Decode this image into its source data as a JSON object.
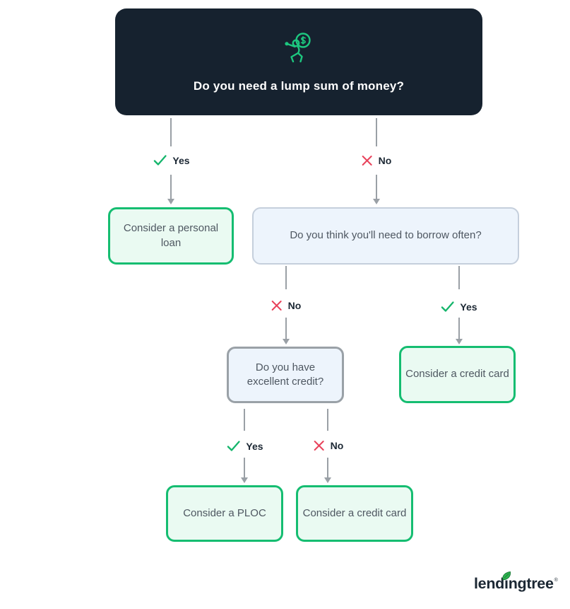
{
  "root_question": {
    "icon": "money-grab-icon",
    "text": "Do you need a lump sum of money?"
  },
  "edges": {
    "root_yes": {
      "label": "Yes",
      "icon": "check-icon"
    },
    "root_no": {
      "label": "No",
      "icon": "x-icon"
    },
    "borrow_no": {
      "label": "No",
      "icon": "x-icon"
    },
    "borrow_yes": {
      "label": "Yes",
      "icon": "check-icon"
    },
    "credit_yes": {
      "label": "Yes",
      "icon": "check-icon"
    },
    "credit_no": {
      "label": "No",
      "icon": "x-icon"
    }
  },
  "nodes": {
    "personal_loan": {
      "text": "Consider a personal loan",
      "type": "result"
    },
    "borrow_often": {
      "text": "Do you think you'll need to borrow often?",
      "type": "question"
    },
    "excellent_credit": {
      "text": "Do you have excellent credit?",
      "type": "question"
    },
    "credit_card_right": {
      "text": "Consider a credit card",
      "type": "result"
    },
    "ploc": {
      "text": "Consider a PLOC",
      "type": "result"
    },
    "credit_card_bottom": {
      "text": "Consider a credit card",
      "type": "result"
    }
  },
  "logo": {
    "part1": "lend",
    "dotless_i": "ı",
    "part2": "ngtree",
    "registered": "®",
    "leaf_icon": "leaf-icon"
  },
  "colors": {
    "navy": "#16222f",
    "brand_green": "#15bd71",
    "icon_green": "#1dc77f",
    "mint_fill": "#eafaf2",
    "blue_fill": "#edf4fc",
    "blue_border": "#c5cfdc",
    "gray_border": "#9aa1a7",
    "connector": "#9aa0a6",
    "check_green": "#14b56b",
    "cross_red": "#e8415a",
    "node_text": "#4e5761",
    "label_text": "#1b2733",
    "title_text": "#ffffff"
  }
}
